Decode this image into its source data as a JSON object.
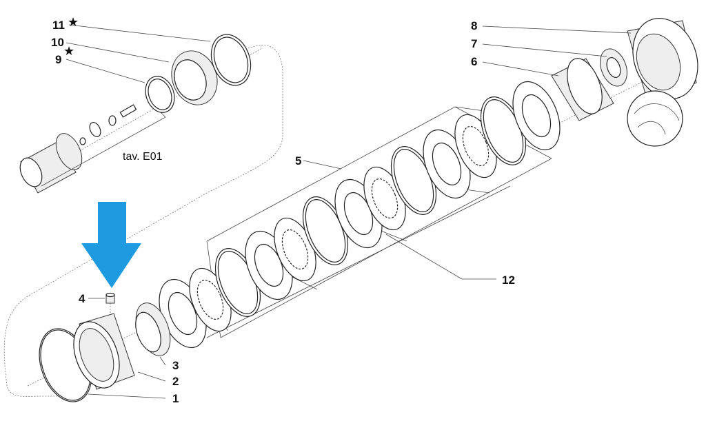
{
  "diagram": {
    "labels": {
      "p1": "1",
      "p2": "2",
      "p3": "3",
      "p4": "4",
      "p5": "5",
      "p6": "6",
      "p7": "7",
      "p8": "8",
      "p9": "9",
      "p10": "10",
      "p11": "11",
      "p12": "12"
    },
    "star_symbol": "★",
    "reference": "tav. E01",
    "arrow_color": "#1e9be0"
  }
}
